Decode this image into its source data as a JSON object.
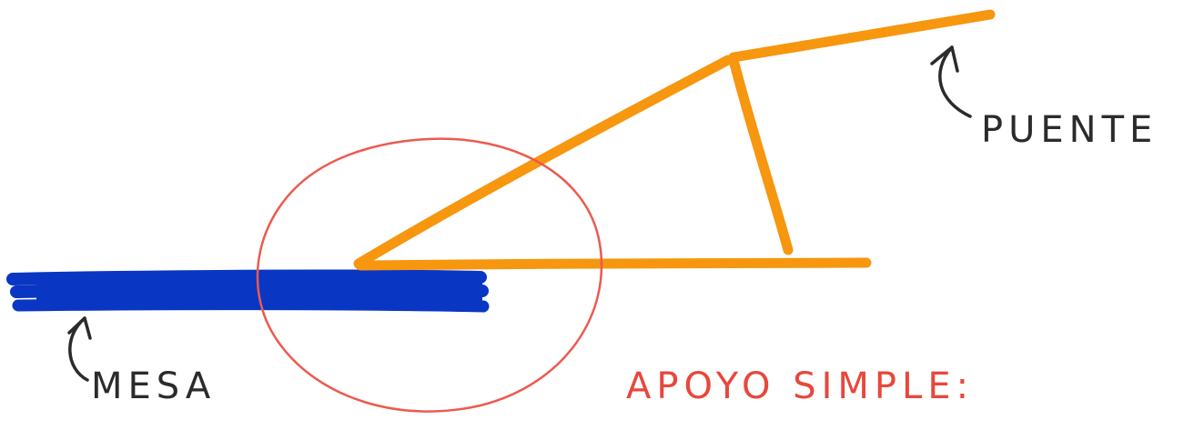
{
  "diagram": {
    "labels": {
      "bridge": "PUENTE",
      "table": "MESA",
      "support": "APOYO SIMPLE:"
    },
    "colors": {
      "table": "#0a36c4",
      "bridge": "#f7960f",
      "support_circle": "#ec5a4f",
      "support_label": "#e8473c",
      "annotation": "#2b2b2b",
      "background": "#ffffff"
    }
  }
}
